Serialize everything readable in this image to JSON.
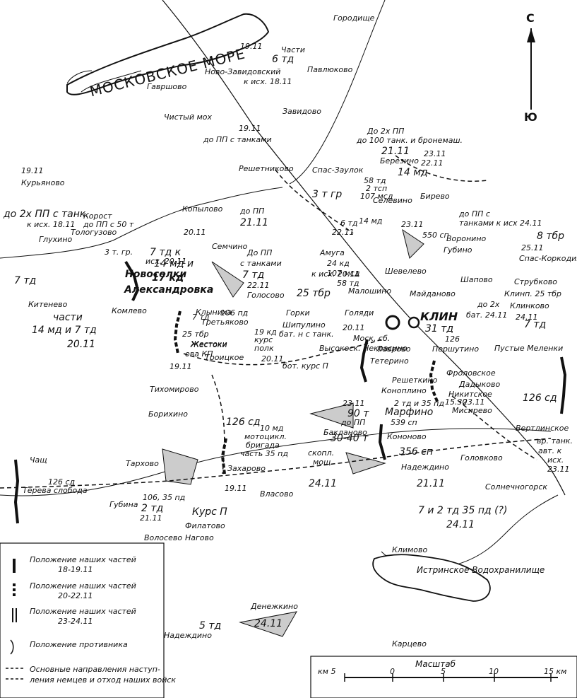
{
  "compass": {
    "north": "С",
    "south": "Ю"
  },
  "water": {
    "sea": "МОСКОВСКОЕ МОРЕ",
    "reservoir": "Истринское Водохранилище"
  },
  "places": {
    "gorodishche": "Городище",
    "pavlyukovo": "Павлюково",
    "novo_zavidovsky": "Ново-Завидовский",
    "gavrshovo": "Гавршово",
    "chisty_mokh": "Чистый мох",
    "zavidovo": "Завидово",
    "reshetnikovo": "Решетниково",
    "kuryanovo": "Курьяново",
    "glukhino": "Глухино",
    "tologuzovo": "Тологузово",
    "kopylovo": "Копылово",
    "semchino": "Семчино",
    "novoselki": "Новоселки",
    "aleksandrovka": "Александровка",
    "kitenevo": "Китенево",
    "komlevo": "Комлево",
    "klynikha": "Клыниха",
    "tretyakovo": "Третьяково",
    "zhestoki": "Жестоки",
    "troitskoe": "Троицкое",
    "golosovo": "Голосово",
    "gorki": "Горки",
    "shipulino": "Шипулино",
    "spas_zaulok": "Спас-Заулок",
    "berezino": "Березино",
    "selevino": "Селевино",
    "birevo": "Бирево",
    "amuga": "Амуга",
    "maloshino": "Малошино",
    "shevelevo": "Шевелево",
    "maydanovo": "Майданово",
    "voronino": "Воронино",
    "gubino": "Губино",
    "shapovo": "Шапово",
    "spas_korkodino": "Спас-Коркодино",
    "strubkovo": "Струбково",
    "klinkovo": "Клинково",
    "klin": "КЛИН",
    "golyady": "Голяди",
    "lavrovo": "Лаврово",
    "teterino": "Тетерино",
    "reshetkino": "Решеткино",
    "pershutino": "Першутино",
    "frolovskoe": "Фроловское",
    "dadykovo": "Дадыково",
    "nikitskoe": "Никитское",
    "misirevo": "Мисирево",
    "pustye_melenki": "Пустые Меленки",
    "konoplino": "Коноплино",
    "marfino": "Марфино",
    "baklanovo": "Бакланово",
    "kononovo": "Кононово",
    "nadezhdino": "Надеждино",
    "golovkovo": "Головково",
    "vertlinskoe": "Вертлинское",
    "solnechnogorsk": "Солнечногорск",
    "tikhomirovo": "Тихомирово",
    "borikhino": "Борихино",
    "tarkhovo": "Тархово",
    "chashch": "Чащ",
    "tereeva_sloboda": "Терева слобода",
    "gubina": "Губина",
    "zakharovo": "Захарово",
    "vlasovo": "Власово",
    "filatovo": "Филатово",
    "nagovo": "Нагово",
    "volosevo": "Волосево",
    "klimovo": "Климово",
    "denezhkino": "Денежкино",
    "nadezhdino2": "Надеждино",
    "kartsevo": "Карцево"
  },
  "units": {
    "u1": "19.11",
    "u2": "Части",
    "u3": "6 тд",
    "u4": "к исх. 18.11",
    "u5": "19.11",
    "u6": "до ПП с танками",
    "u7": "19.11",
    "u8": "до 2х ПП с танк.",
    "u9": "к исх. 18.11",
    "u10": "Корост",
    "u11": "до ПП с 50 т",
    "u12": "20.11",
    "u13": "до ПП",
    "u14": "21.11",
    "u15": "3 т. гр.",
    "u16": "7 тд к",
    "u17": "исх. 20.11",
    "u18": "14 мд и",
    "u19": "17 кд",
    "u20": "7 тд",
    "u21": "части",
    "u22": "14 мд и 7 тд",
    "u23": "20.11",
    "u24": "7 тд",
    "u25": "106 пд",
    "u26": "25 тбр",
    "u27": "Жестоки",
    "u28": "ова КП",
    "u29": "19.11",
    "u30": "До ПП",
    "u31": "с танками",
    "u32": "7 тд",
    "u33": "22.11",
    "u34": "25 тбр",
    "u35": "19 кд",
    "u36": "курс",
    "u37": "полк",
    "u38": "бат. н с танк.",
    "u39": "20.11",
    "u40": "бот. курс П",
    "u41": "Высокоск. Некрасино",
    "u42": "До 2х ПП",
    "u43": "до 100 танк. и бронемаш.",
    "u44": "21.11",
    "u45": "14 мд",
    "u46": "23.11",
    "u47": "22.11",
    "u48": "58 тд",
    "u49": "2 тсп",
    "u50": "107 мсд",
    "u51": "3 т гр",
    "u52": "6 тд",
    "u53": "22.11",
    "u54": "14 мд",
    "u55": "23.11",
    "u56": "550 сп",
    "u57": "до ПП с",
    "u58": "танками к исх 24.11",
    "u59": "8 тбр",
    "u60": "25.11",
    "u61": "24 кд",
    "u62": "107 мсд",
    "u63": "58 тд",
    "u64": "к исх. 20.11",
    "u65": "Клинп. 25 тбр",
    "u66": "24.11",
    "u67": "до 2х",
    "u68": "бат. 24.11",
    "u69": "126",
    "u70": "31 тд",
    "u71": "Моск. сб.",
    "u72": "20.11",
    "u73": "15.30",
    "u74": "23.11",
    "u75": "126 сд",
    "u76": "2 тд и 35 пд",
    "u77": "539 сп",
    "u78": "90 т",
    "u79": "23.11",
    "u80": "до ПП",
    "u81": "30-40 т",
    "u82": "10 мд",
    "u83": "мотоцикл.",
    "u84": "бригада",
    "u85": "часть 35 пд",
    "u86": "скопл.",
    "u87": "мощ.",
    "u88": "24.11",
    "u89": "356 сп",
    "u90": "21.11",
    "u91": "126 сд",
    "u92": "вр. танк.",
    "u93": "авт. к",
    "u94": "исх.",
    "u95": "23.11",
    "u96": "7 и 2 тд 35 пд (?)",
    "u97": "24.11",
    "u98": "126 сд",
    "u99": "106, 35 пд",
    "u100": "2 тд",
    "u101": "21.11",
    "u102": "Курс П",
    "u103": "19.11",
    "u104": "5 тд",
    "u105": "24.11",
    "u106": "7 тд"
  },
  "legend": {
    "item1": "Положение наших частей",
    "item1b": "18-19.11",
    "item2": "Положение наших частей",
    "item2b": "20-22.11",
    "item3": "Положение наших частей",
    "item3b": "23-24.11",
    "item4": "Положение противника",
    "item5": "Основные направления наступ-",
    "item5b": "ления немцев и отход наших войск"
  },
  "scale": {
    "title": "Масштаб",
    "ticks": [
      "км 5",
      "0",
      "5",
      "10",
      "15 км"
    ]
  }
}
